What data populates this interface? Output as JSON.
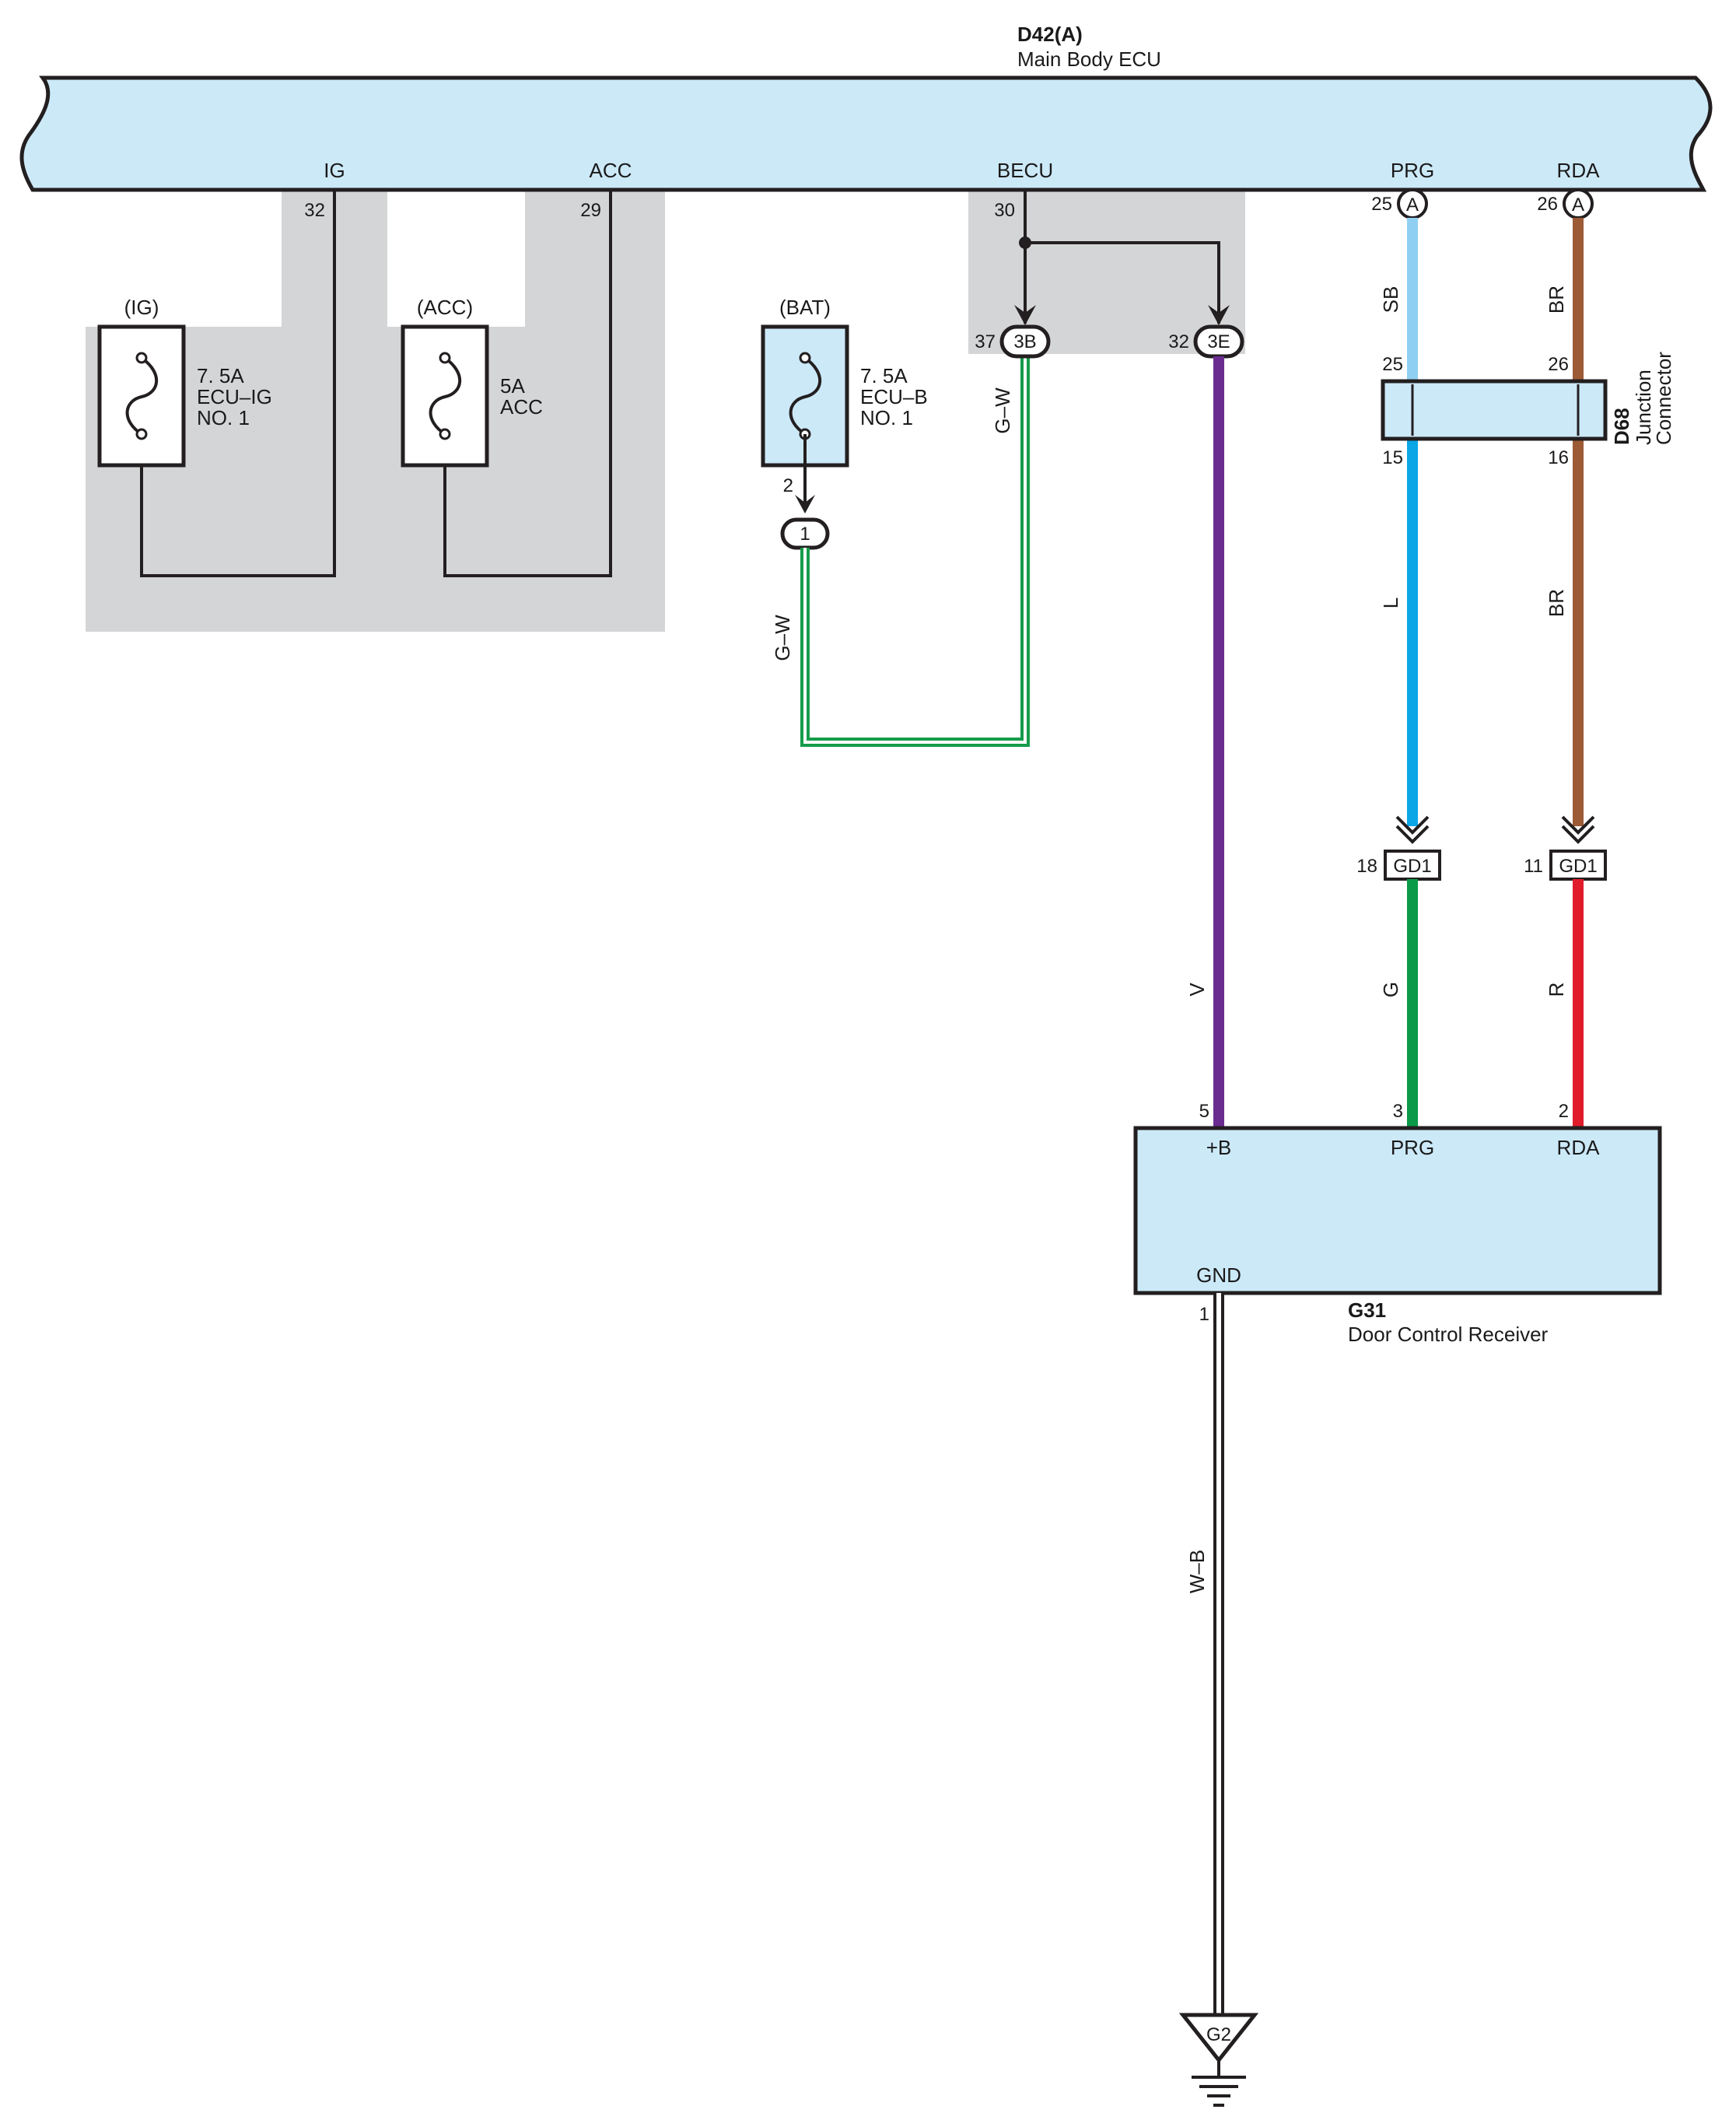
{
  "colors": {
    "ecu_fill": "#cce9f8",
    "shade": "#d4d5d7",
    "outline": "#231f20",
    "wire_black": "#231f20",
    "wire_gw": "#159c4a",
    "wire_v": "#6a2c8f",
    "wire_sb": "#8fd0f2",
    "wire_l": "#0aa6e6",
    "wire_br": "#9c5a35",
    "wire_g": "#0a9a48",
    "wire_r": "#e01b2a",
    "wire_wb": "#231f20"
  },
  "main_ecu": {
    "id": "D42(A)",
    "name": "Main Body ECU",
    "terminals": [
      {
        "name": "IG",
        "pin": "32"
      },
      {
        "name": "ACC",
        "pin": "29"
      },
      {
        "name": "BECU",
        "pin": "30"
      },
      {
        "name": "PRG",
        "pin": "25",
        "connector": "A"
      },
      {
        "name": "RDA",
        "pin": "26",
        "connector": "A"
      }
    ]
  },
  "fuses": [
    {
      "source": "(IG)",
      "lines": [
        "7. 5A",
        "ECU–IG",
        "NO. 1"
      ]
    },
    {
      "source": "(ACC)",
      "lines": [
        "5A",
        "ACC"
      ]
    },
    {
      "source": "(BAT)",
      "lines": [
        "7. 5A",
        "ECU–B",
        "NO. 1"
      ],
      "pin": "2",
      "junction": "1"
    }
  ],
  "junction_pins": [
    {
      "pin": "37",
      "connector": "3B"
    },
    {
      "pin": "32",
      "connector": "3E"
    }
  ],
  "junction_connector": {
    "id": "D68",
    "name_lines": [
      "Junction",
      "Connector"
    ],
    "pins_in": [
      "25",
      "26"
    ],
    "pins_out": [
      "15",
      "16"
    ]
  },
  "gd1_connectors": [
    {
      "pin": "18",
      "connector": "GD1"
    },
    {
      "pin": "11",
      "connector": "GD1"
    }
  ],
  "wires": {
    "gw_1": "G–W",
    "gw_2": "G–W",
    "v": "V",
    "sb": "SB",
    "br_1": "BR",
    "l": "L",
    "br_2": "BR",
    "g": "G",
    "r": "R",
    "wb": "W–B"
  },
  "receiver": {
    "id": "G31",
    "name": "Door Control Receiver",
    "terminals": [
      {
        "name": "+B",
        "pin": "5"
      },
      {
        "name": "PRG",
        "pin": "3"
      },
      {
        "name": "RDA",
        "pin": "2"
      },
      {
        "name": "GND",
        "pin": "1"
      }
    ]
  },
  "ground": {
    "id": "G2"
  }
}
